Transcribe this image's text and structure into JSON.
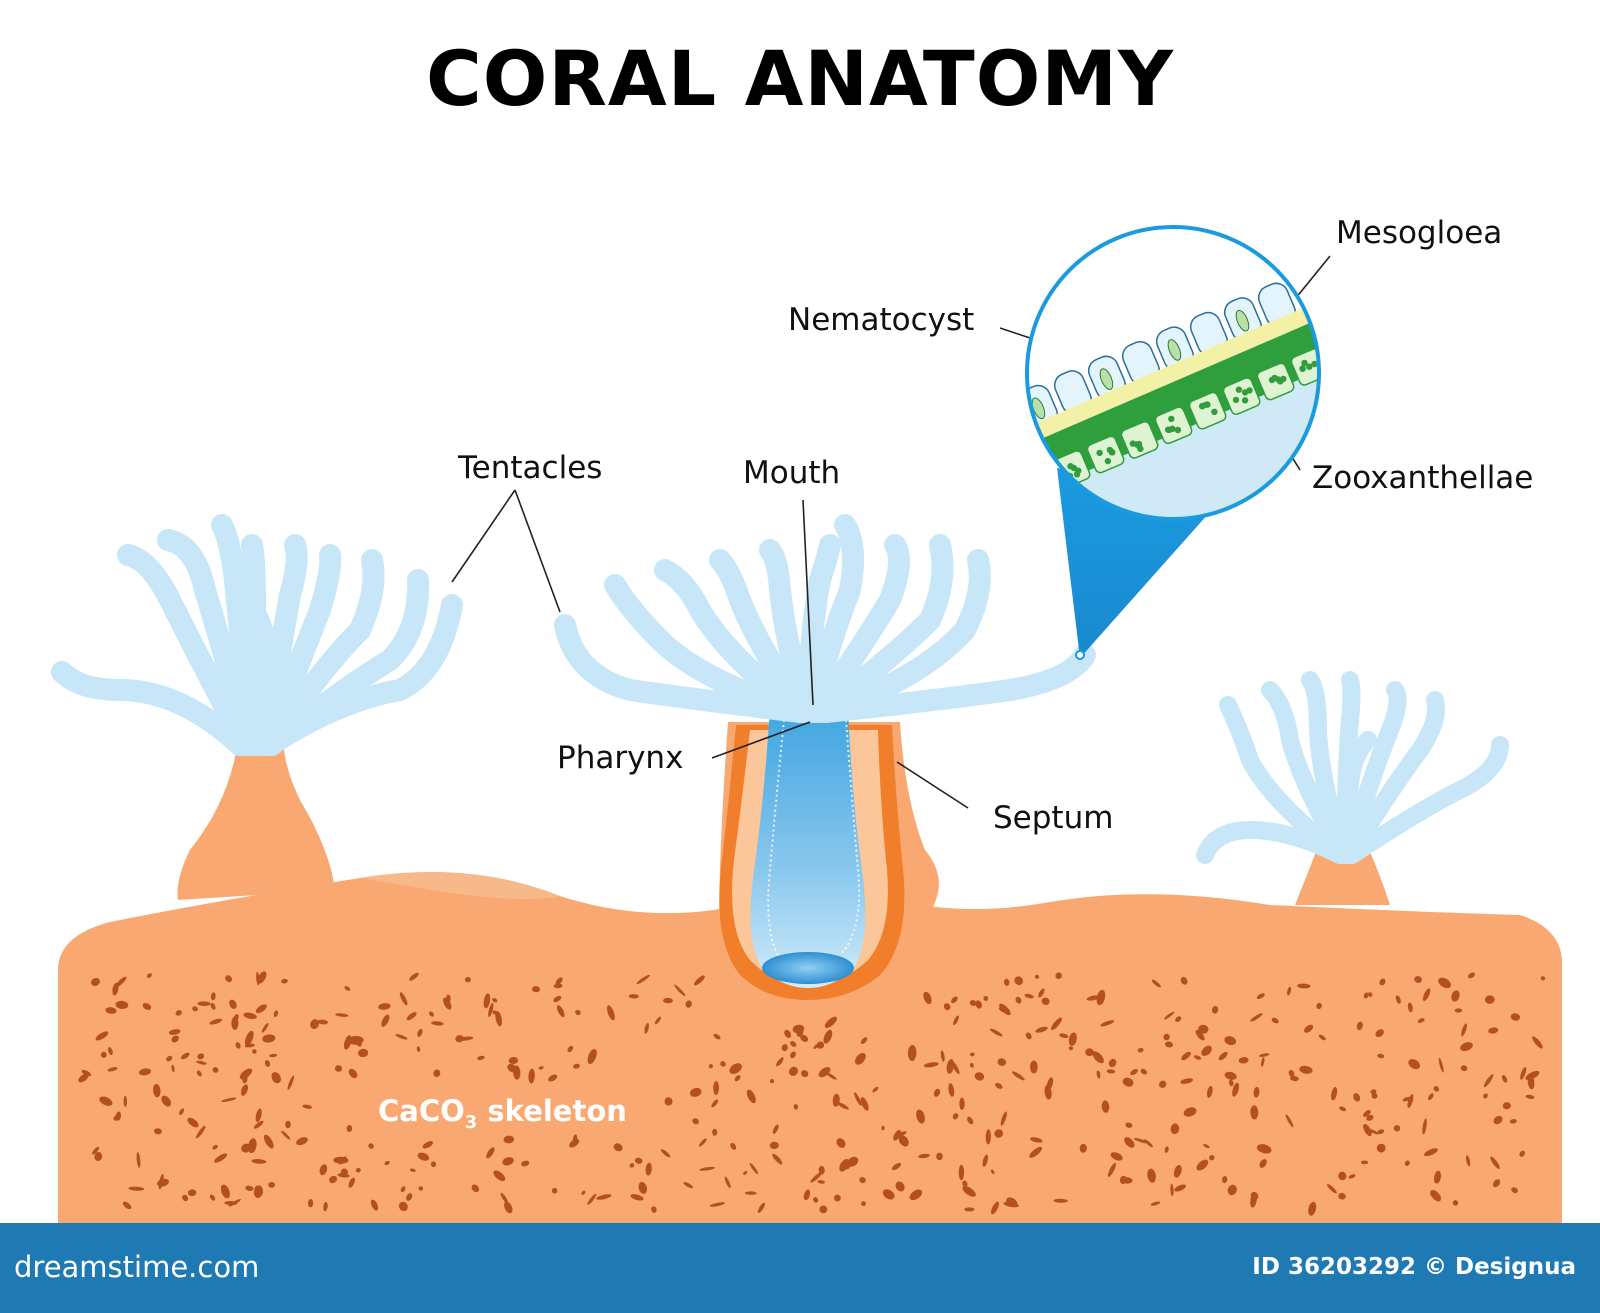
{
  "title": "CORAL ANATOMY",
  "labels": {
    "tentacles": "Tentacles",
    "mouth": "Mouth",
    "pharynx": "Pharynx",
    "septum": "Septum",
    "mesogloea": "Mesogloea",
    "nematocyst": "Nematocyst",
    "zooxanthellae": "Zooxanthellae",
    "skeleton_prefix": "CaCO",
    "skeleton_sub": "3",
    "skeleton_suffix": " skeleton"
  },
  "footer": {
    "brand": "dreamstime.com",
    "credit": "ID 36203292 © Designua"
  },
  "colors": {
    "skeleton": "#f9a872",
    "pores": "#b4501f",
    "tentacle": "#c7e6f7",
    "pharynx": "#3fa5e0",
    "septum": "#f07e2a",
    "zoom": "#1a9be0",
    "mesogloea": "#f3f1a6",
    "zooxanthellae": "#2f9e3c",
    "footer": "#1f79b3"
  }
}
